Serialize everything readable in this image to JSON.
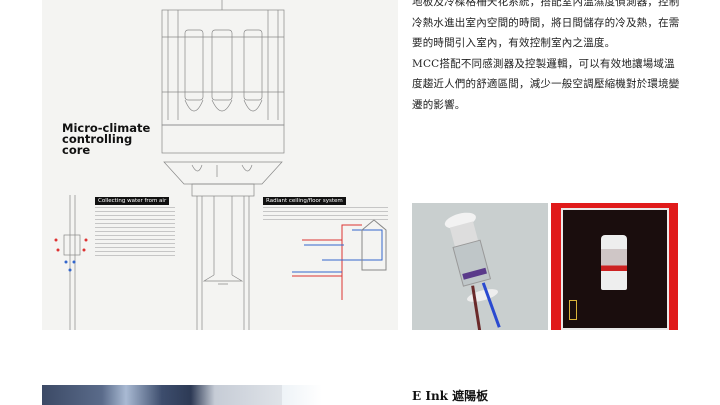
{
  "diagram": {
    "title": "Micro-climate controlling core",
    "box1_heading": "Collecting water from air",
    "box2_heading": "Radiant ceiling/floor system"
  },
  "article": {
    "paragraphs": [
      "地板及冷樑格柵天花系統，搭配室內溫濕度偵測器，控制冷熱水進出室內空間的時間，將日間儲存的冷及熱，在需要的時間引入室內，有效控制室內之溫度。",
      "MCC搭配不同感測器及控製邏輯，可以有效地讓場域溫度趨近人們的舒適區間，減少一般空調壓縮機對於環境變遷的影響。"
    ]
  },
  "next_section": {
    "title": "E Ink 遮陽板"
  },
  "colors": {
    "photo_red": "#e01a1a",
    "panel_bg": "#f4f4f2"
  }
}
